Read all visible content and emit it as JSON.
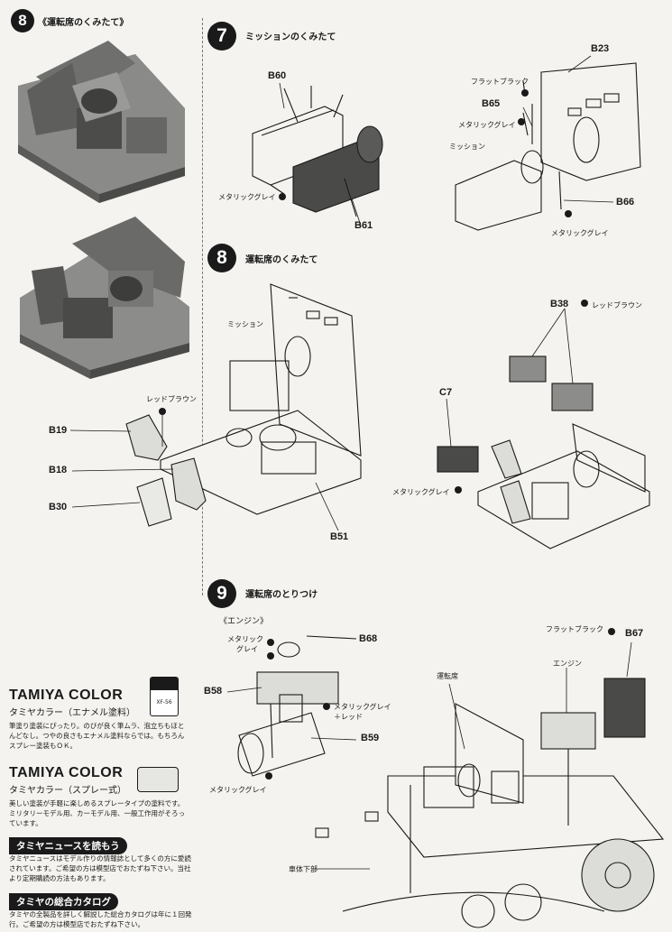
{
  "photo_section": {
    "step": "8",
    "title": "《運転席のくみたて》"
  },
  "step7": {
    "number": "7",
    "title": "ミッションのくみたて",
    "parts": {
      "b60": "B60",
      "b61": "B61",
      "b23": "B23",
      "b65": "B65",
      "b66": "B66"
    },
    "paints": {
      "metallic_gray_1": "メタリックグレイ",
      "flat_black": "フラットブラック",
      "metallic_gray_2": "メタリックグレイ",
      "metallic_gray_3": "メタリックグレイ"
    },
    "labels": {
      "mission": "ミッション"
    }
  },
  "step8": {
    "number": "8",
    "title": "運転席のくみたて",
    "parts": {
      "b19": "B19",
      "b18": "B18",
      "b30": "B30",
      "b51": "B51",
      "b38": "B38",
      "c7": "C7"
    },
    "paints": {
      "red_brown_1": "レッドブラウン",
      "red_brown_2": "レッドブラウン",
      "metallic_gray": "メタリックグレイ"
    },
    "labels": {
      "mission": "ミッション"
    }
  },
  "step9": {
    "number": "9",
    "title": "運転席のとりつけ",
    "subtitle": "《エンジン》",
    "parts": {
      "b68": "B68",
      "b58": "B58",
      "b59": "B59",
      "b67": "B67"
    },
    "paints": {
      "metallic_gray_a": "メタリック",
      "metallic_gray_b": "グレイ",
      "metallic_gray_red_a": "メタリックグレイ",
      "metallic_gray_red_b": "＋レッド",
      "metallic_gray_c": "メタリックグレイ",
      "flat_black": "フラットブラック"
    },
    "labels": {
      "driver_seat": "運転席",
      "engine": "エンジン",
      "chassis_bottom": "車体下部"
    }
  },
  "sidebar": {
    "tamiya_enamel": {
      "brand": "TAMIYA COLOR",
      "name": "タミヤカラー（エナメル塗料）",
      "body": "筆塗り塗装にぴったり。のびが良く筆ムラ、泡立ちもほとんどなし。つやの良さもエナメル塗料ならでは。もちろんスプレー塗装もＯＫ。",
      "bottle_label": "XF-56"
    },
    "tamiya_spray": {
      "brand": "TAMIYA COLOR",
      "name": "タミヤカラー（スプレー式）",
      "body": "美しい塗装が手軽に楽しめるスプレータイプの塗料です。ミリタリーモデル用、カーモデル用、一般工作用がそろっています。"
    },
    "news": {
      "heading": "タミヤニュースを読もう",
      "body": "タミヤニュースはモデル作りの情報誌として多くの方に愛読されています。ご希望の方は模型店でおたずね下さい。当社より定期購読の方法もあります。"
    },
    "catalog": {
      "heading": "タミヤの総合カタログ",
      "body": "タミヤの全製品を詳しく解説した総合カタログは年に１回発行。ご希望の方は模型店でおたずね下さい。"
    }
  },
  "colors": {
    "ink": "#1a1a1a",
    "paper": "#f4f3ef",
    "photo_gray": "#7d7d7d"
  }
}
